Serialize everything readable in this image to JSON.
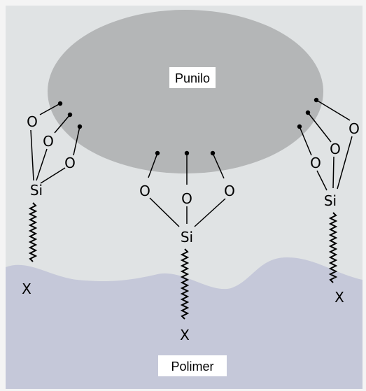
{
  "labels": {
    "particle": "Punilo",
    "polymer": "Polimer"
  },
  "atoms": {
    "oxygen": "O",
    "silicon": "Si",
    "end_group": "X"
  },
  "colors": {
    "background": "#e0e3e4",
    "particle": "#b4b6b7",
    "polymer": "#c5c8d9",
    "frame": "#f4f4f4"
  }
}
